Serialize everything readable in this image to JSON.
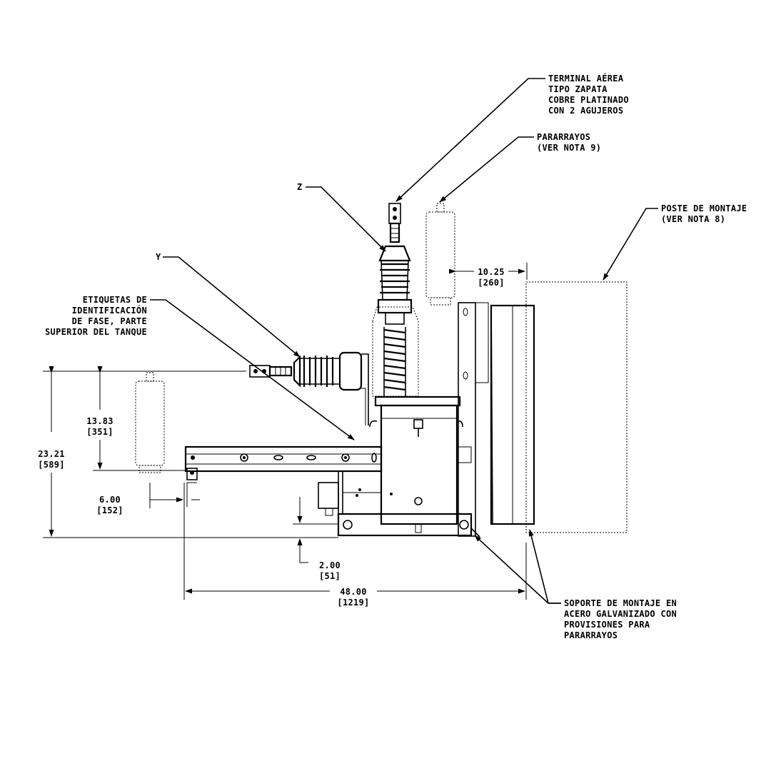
{
  "callouts": {
    "terminal": [
      "TERMINAL AÉREA",
      "TIPO ZAPATA",
      "COBRE PLATINADO",
      "CON 2 AGUJEROS"
    ],
    "pararrayos": [
      "PARARRAYOS",
      "(VER NOTA 9)"
    ],
    "poste": [
      "POSTE DE MONTAJE",
      "(VER NOTA 8)"
    ],
    "z": "Z",
    "y": "Y",
    "etiquetas": [
      "ETIQUETAS DE",
      "IDENTIFICACIÓN",
      "DE FASE, PARTE",
      "SUPERIOR DEL TANQUE"
    ],
    "soporte": [
      "SOPORTE DE MONTAJE EN",
      "ACERO GALVANIZADO CON",
      "PROVISIONES PARA",
      "PARARRAYOS"
    ]
  },
  "dimensions": {
    "d1025": [
      "10.25",
      "[260]"
    ],
    "d1383": [
      "13.83",
      "[351]"
    ],
    "d2321": [
      "23.21",
      "[589]"
    ],
    "d600": [
      "6.00",
      "[152]"
    ],
    "d200": [
      "2.00",
      "[51]"
    ],
    "d4800": [
      "48.00",
      "[1219]"
    ]
  }
}
